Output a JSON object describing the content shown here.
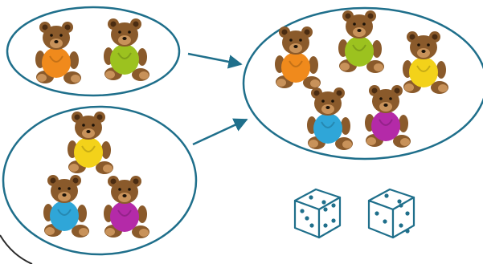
{
  "colors": {
    "outline": "#1f6f8b",
    "bear_fur": "#8a5a2b",
    "bear_fur_light": "#c8925a",
    "bear_fur_dark": "#4a2c12",
    "dice_outline": "#1f6f8b",
    "dice_fill": "#ffffff"
  },
  "groups": {
    "top_left": {
      "count": 2,
      "shirts": [
        "orange",
        "green"
      ]
    },
    "bottom_left": {
      "count": 3,
      "shirts": [
        "yellow",
        "blue",
        "purple"
      ]
    },
    "result": {
      "count": 5,
      "shirts": [
        "orange",
        "green",
        "yellow",
        "blue",
        "purple"
      ]
    }
  },
  "shirt_colors": {
    "orange": "#f08a1c",
    "green": "#9cc21f",
    "yellow": "#f3d21a",
    "blue": "#2fa6d8",
    "purple": "#b42aa8"
  },
  "dice": [
    {
      "name": "die-left",
      "faces_visible": [
        2,
        3,
        4
      ]
    },
    {
      "name": "die-right",
      "faces_visible": [
        2,
        3,
        3
      ]
    }
  ],
  "icons": [
    "teddy-bear-icon",
    "arrow-icon",
    "dice-icon"
  ]
}
